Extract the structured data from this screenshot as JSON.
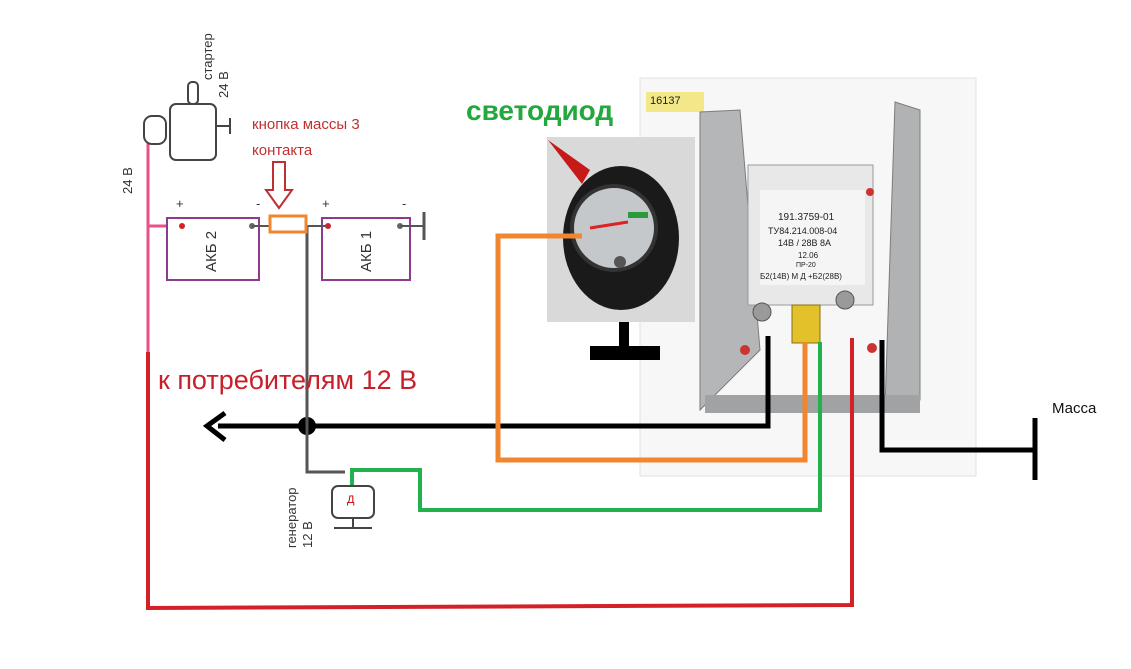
{
  "labels": {
    "starter": "стартер",
    "starter_voltage": "24 В",
    "left_voltage": "24 В",
    "ground_button_line1": "кнопка массы  3",
    "ground_button_line2": "контакта",
    "led": "светодиод",
    "consumers": "к потребителям 12 В",
    "ground": "Масса",
    "generator": "генератор",
    "generator_voltage": "12 В",
    "generator_d": "Д",
    "battery2": "АКБ 2",
    "battery1": "АКБ 1",
    "plus": "+",
    "minus": "-"
  },
  "converter": {
    "tag": "16137",
    "model": "191.3759-01",
    "spec": "ТУ84.214.008-04",
    "rating": "14В / 28В 8А",
    "date": "12.06",
    "stamp": "ПР-20",
    "terminals": "Б2(14В)  М Д  +Б2(28В)"
  },
  "colors": {
    "black": "#000000",
    "red": "#d42027",
    "pink": "#e8508a",
    "orange": "#f0862e",
    "green": "#22b14c",
    "purple": "#8e3a8e",
    "led_text": "#22a83c",
    "consumer_text": "#c8202a",
    "button_text": "#c03030"
  }
}
